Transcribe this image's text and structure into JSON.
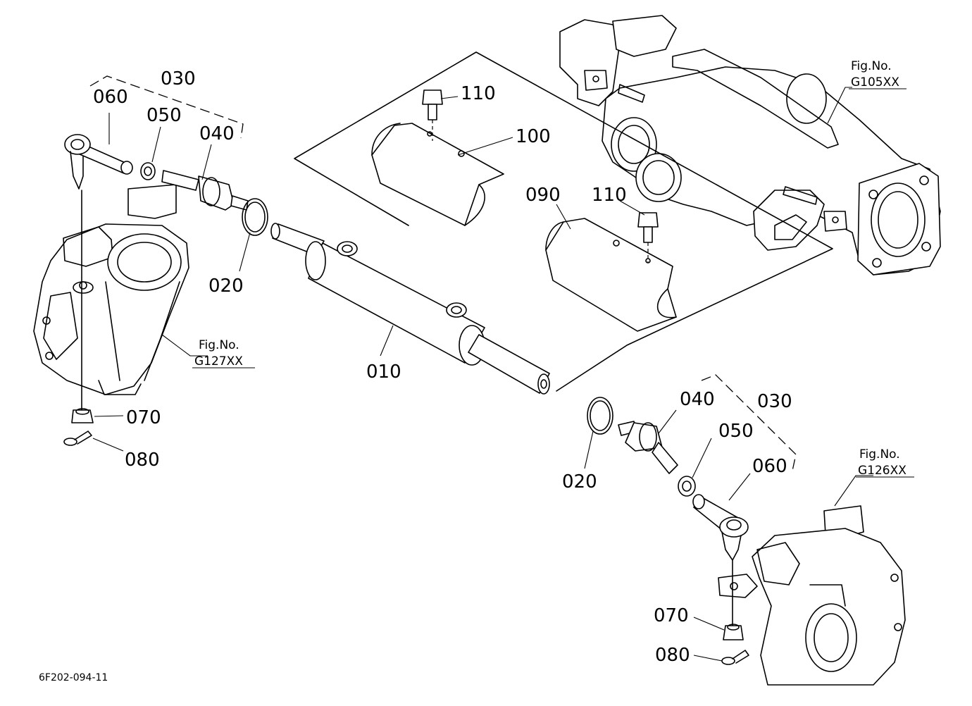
{
  "drawing_code": "6F202-094-11",
  "colors": {
    "ink": "#000000",
    "paper": "#ffffff"
  },
  "fig_refs": {
    "g105": {
      "prefix": "Fig.No.",
      "code": "G105XX"
    },
    "g127": {
      "prefix": "Fig.No.",
      "code": "G127XX"
    },
    "g126": {
      "prefix": "Fig.No.",
      "code": "G126XX"
    }
  },
  "callouts": {
    "p010": "010",
    "p020_left": "020",
    "p020_right": "020",
    "p030_left": "030",
    "p030_right": "030",
    "p040_left": "040",
    "p040_right": "040",
    "p050_left": "050",
    "p050_right": "050",
    "p060_left": "060",
    "p060_right": "060",
    "p070_left": "070",
    "p070_right": "070",
    "p080_left": "080",
    "p080_right": "080",
    "p090": "090",
    "p100": "100",
    "p110_upper": "110",
    "p110_lower": "110"
  }
}
